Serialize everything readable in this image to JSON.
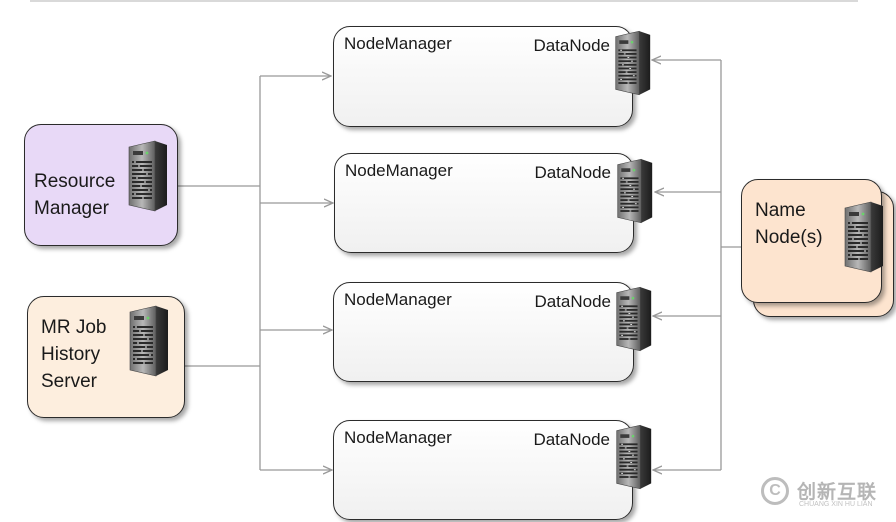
{
  "left_nodes": {
    "resource_manager": {
      "lines": [
        "Resource",
        "Manager"
      ]
    },
    "mr_job_history_server": {
      "lines": [
        "MR Job",
        "History",
        "Server"
      ]
    }
  },
  "worker_nodes": [
    {
      "node_manager": "NodeManager",
      "data_node": "DataNode"
    },
    {
      "node_manager": "NodeManager",
      "data_node": "DataNode"
    },
    {
      "node_manager": "NodeManager",
      "data_node": "DataNode"
    },
    {
      "node_manager": "NodeManager",
      "data_node": "DataNode"
    }
  ],
  "name_node": {
    "lines": [
      "Name",
      "Node(s)"
    ]
  },
  "watermark": {
    "logo_text": "创新互联",
    "sub_text": "CHUANG XIN HU LIAN"
  },
  "colors": {
    "resource_manager_fill": "#e8d9f7",
    "mr_job_fill": "#fdeede",
    "name_node_fill": "#fde4cf",
    "connector": "#999999"
  }
}
